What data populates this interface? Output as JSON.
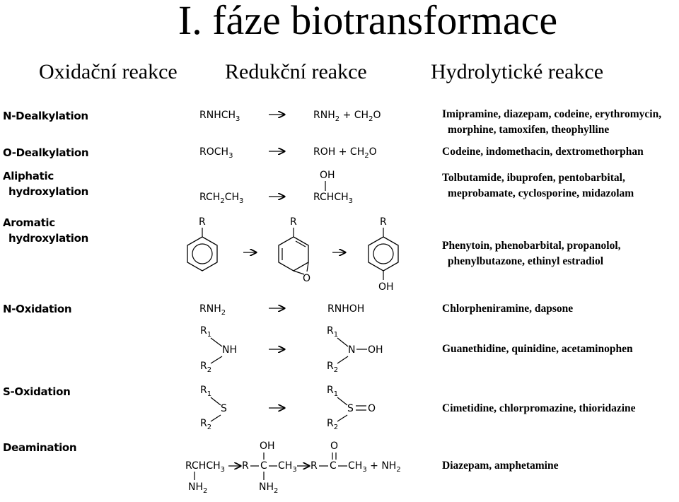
{
  "title": "I. fáze biotransformace",
  "subtitles": [
    "Oxidační reakce",
    "Redukční reakce",
    "Hydrolytické reakce"
  ],
  "rows": [
    {
      "label_1": "N-Dealkylation",
      "label_2": "",
      "drugs_1": "Imipramine, diazepam, codeine, erythromycin,",
      "drugs_2": "morphine, tamoxifen, theophylline"
    },
    {
      "label_1": "O-Dealkylation",
      "label_2": "",
      "drugs_1": "Codeine, indomethacin, dextromethorphan",
      "drugs_2": ""
    },
    {
      "label_1": "Aliphatic",
      "label_2": "hydroxylation",
      "drugs_1": "Tolbutamide, ibuprofen, pentobarbital,",
      "drugs_2": "meprobamate, cyclosporine, midazolam"
    },
    {
      "label_1": "Aromatic",
      "label_2": "hydroxylation",
      "drugs_1": "Phenytoin, phenobarbital, propanolol,",
      "drugs_2": "phenylbutazone, ethinyl estradiol"
    },
    {
      "label_1": "N-Oxidation",
      "label_2": "",
      "drugs_1": "Chlorpheniramine, dapsone",
      "drugs_2": ""
    },
    {
      "label_1": "",
      "label_2": "",
      "drugs_1": "Guanethidine, quinidine, acetaminophen",
      "drugs_2": ""
    },
    {
      "label_1": "S-Oxidation",
      "label_2": "",
      "drugs_1": "Cimetidine, chlorpromazine, thioridazine",
      "drugs_2": ""
    },
    {
      "label_1": "Deamination",
      "label_2": "",
      "drugs_1": "Diazepam, amphetamine",
      "drugs_2": ""
    }
  ],
  "chem": {
    "rnhch": "RNHCH",
    "three": "3",
    "rnh": "RNH",
    "two": "2",
    "plus": "+",
    "ch": "CH",
    "o": "O",
    "roch": "ROCH",
    "roh": "ROH",
    "oh": "OH",
    "rch": "RCH",
    "chch": "CH",
    "rchch": "RCHCH",
    "r": "R",
    "r1": "R",
    "one": "1",
    "r2": "R",
    "nh": "NH",
    "rnhoh": "RNHOH",
    "n": "N",
    "s": "S",
    "nh2": "NH",
    "c": "C",
    "arrow": "→"
  }
}
